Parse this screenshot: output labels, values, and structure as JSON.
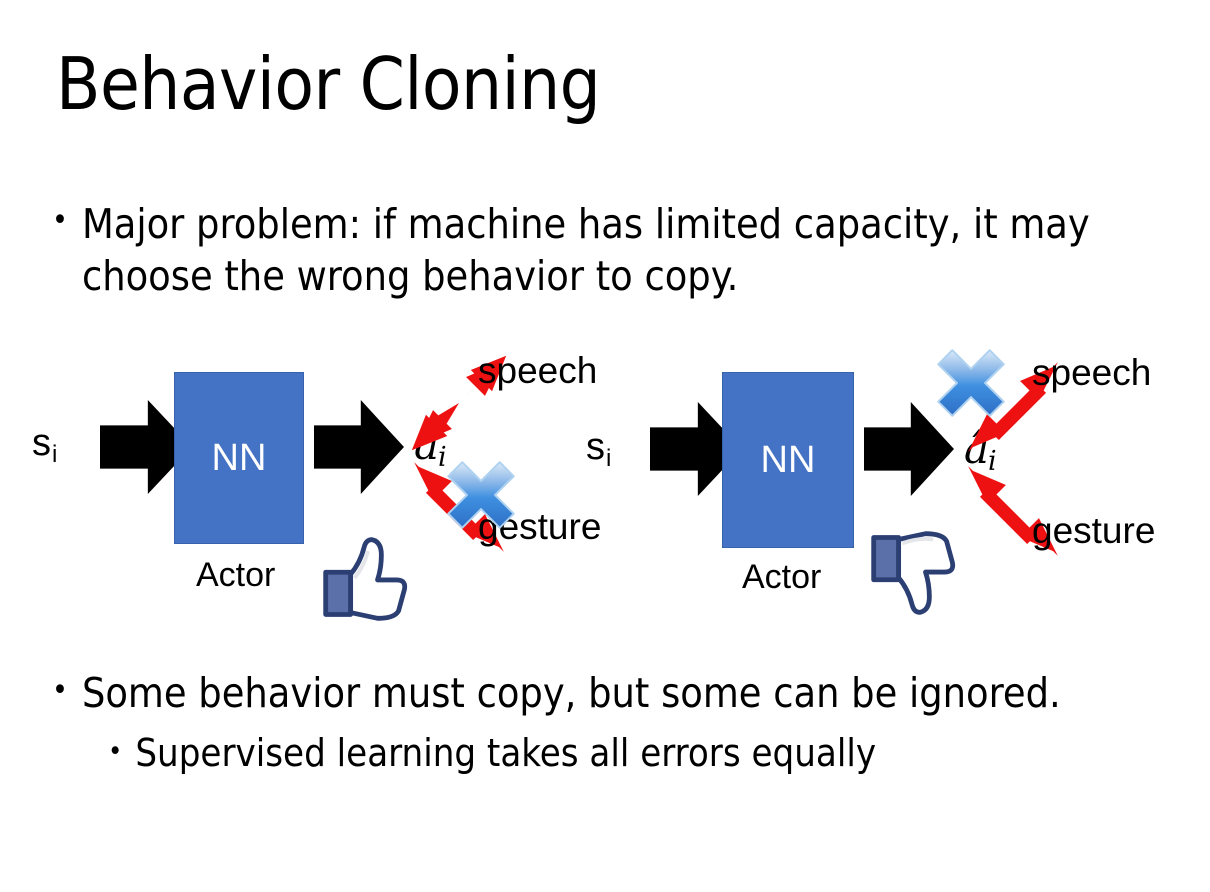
{
  "slide": {
    "title": "Behavior Cloning",
    "background_color": "#ffffff"
  },
  "bullets": [
    {
      "marker": "•",
      "text": "Major problem: if machine has limited capacity, it may choose the wrong behavior to copy.",
      "level": 1
    },
    {
      "marker": "•",
      "text": "Some behavior must copy, but some can be ignored.",
      "level": 1
    },
    {
      "marker": "•",
      "text": "Supervised learning takes all errors equally",
      "level": 2
    }
  ],
  "diagrams": [
    {
      "id": "left",
      "state_label": "s",
      "state_subscript": "i",
      "box_label": "NN",
      "box_caption": "Actor",
      "action_label": "â",
      "action_subscript": "i",
      "branches": [
        {
          "name": "speech",
          "label": "speech",
          "direction": "up",
          "crossed_out": false
        },
        {
          "name": "gesture",
          "label": "gesture",
          "direction": "down",
          "crossed_out": true
        }
      ],
      "verdict_icon": "thumbs-up-icon"
    },
    {
      "id": "right",
      "state_label": "s",
      "state_subscript": "i",
      "box_label": "NN",
      "box_caption": "Actor",
      "action_label": "â",
      "action_subscript": "i",
      "branches": [
        {
          "name": "speech",
          "label": "speech",
          "direction": "up",
          "crossed_out": true
        },
        {
          "name": "gesture",
          "label": "gesture",
          "direction": "down",
          "crossed_out": false
        }
      ],
      "verdict_icon": "thumbs-down-icon"
    }
  ],
  "colors": {
    "box_blue": "#4472C4",
    "arrow_black": "#000000",
    "branch_red": "#EE1111",
    "x_blue_light": "#BBD6F2",
    "x_blue_dark": "#2E75C9",
    "thumb_navy": "#3B5998",
    "thumb_cuff": "#5B6FA8",
    "text_black": "#000000"
  }
}
